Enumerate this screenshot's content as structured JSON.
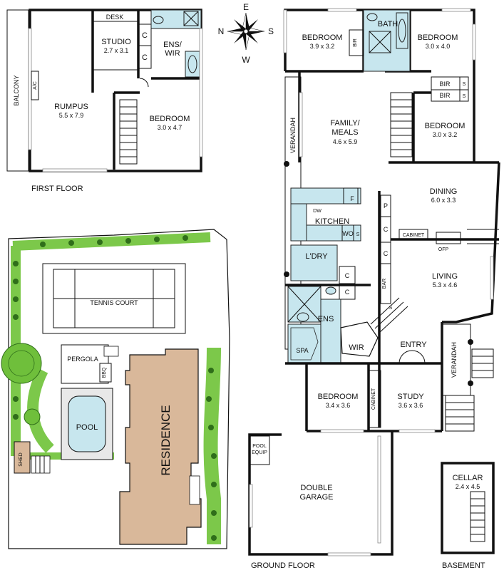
{
  "compass": {
    "north": "N",
    "south": "S",
    "east": "E",
    "west": "W"
  },
  "first_floor": {
    "caption": "FIRST FLOOR",
    "balcony": "BALCONY",
    "ac": "A/C",
    "desk": "DESK",
    "rumpus": {
      "name": "RUMPUS",
      "size": "5.5 x 7.9"
    },
    "studio": {
      "name": "STUDIO",
      "size": "2.7 x 3.1"
    },
    "ens_wir": {
      "line1": "ENS/",
      "line2": "WIR"
    },
    "bedroom": {
      "name": "BEDROOM",
      "size": "3.0 x 4.7"
    },
    "cupboard_1": "C",
    "cupboard_2": "C"
  },
  "site": {
    "tennis_court": "TENNIS COURT",
    "pergola": "PERGOLA",
    "bbq": "BBQ",
    "pool": "POOL",
    "shed": "SHED",
    "residence": "RESIDENCE"
  },
  "ground_floor": {
    "caption": "GROUND FLOOR",
    "bedroom_1": {
      "name": "BEDROOM",
      "size": "3.9 x 3.2"
    },
    "bath": "BATH",
    "bedroom_2": {
      "name": "BEDROOM",
      "size": "3.0 x 4.0"
    },
    "bir_1": "BIR",
    "bir_2": "BIR",
    "bir_3": "BIR",
    "s_1": "S",
    "s_2": "S",
    "bedroom_3": {
      "name": "BEDROOM",
      "size": "3.0 x 3.2"
    },
    "family_meals": {
      "line1": "FAMILY/",
      "line2": "MEALS",
      "size": "4.6 x 5.9"
    },
    "verandah_1": "VERANDAH",
    "dining": {
      "name": "DINING",
      "size": "6.0 x 3.3"
    },
    "kitchen": "KITCHEN",
    "dw": "DW",
    "wo": "WO",
    "f": "F",
    "s_kitchen": "S",
    "p": "P",
    "c_1": "C",
    "c_2": "C",
    "c_3": "C",
    "c_4": "C",
    "cabinet": "CABINET",
    "ofp": "OFP",
    "ldry": "L'DRY",
    "bar": "BAR",
    "living": {
      "name": "LIVING",
      "size": "5.3 x 4.6"
    },
    "s_stairs": "S",
    "ens": "ENS",
    "spa": "SPA",
    "wir": "WIR",
    "entry": "ENTRY",
    "verandah_2": "VERANDAH",
    "bedroom_4": {
      "name": "BEDROOM",
      "size": "3.4 x 3.6"
    },
    "cabinet_2": "CABINET",
    "study": {
      "name": "STUDY",
      "size": "3.6 x 3.6"
    },
    "pool_equip": {
      "line1": "POOL",
      "line2": "EQUIP"
    },
    "garage": {
      "line1": "DOUBLE",
      "line2": "GARAGE"
    }
  },
  "basement": {
    "caption": "BASEMENT",
    "cellar": {
      "name": "CELLAR",
      "size": "2.4 x 4.5"
    }
  }
}
